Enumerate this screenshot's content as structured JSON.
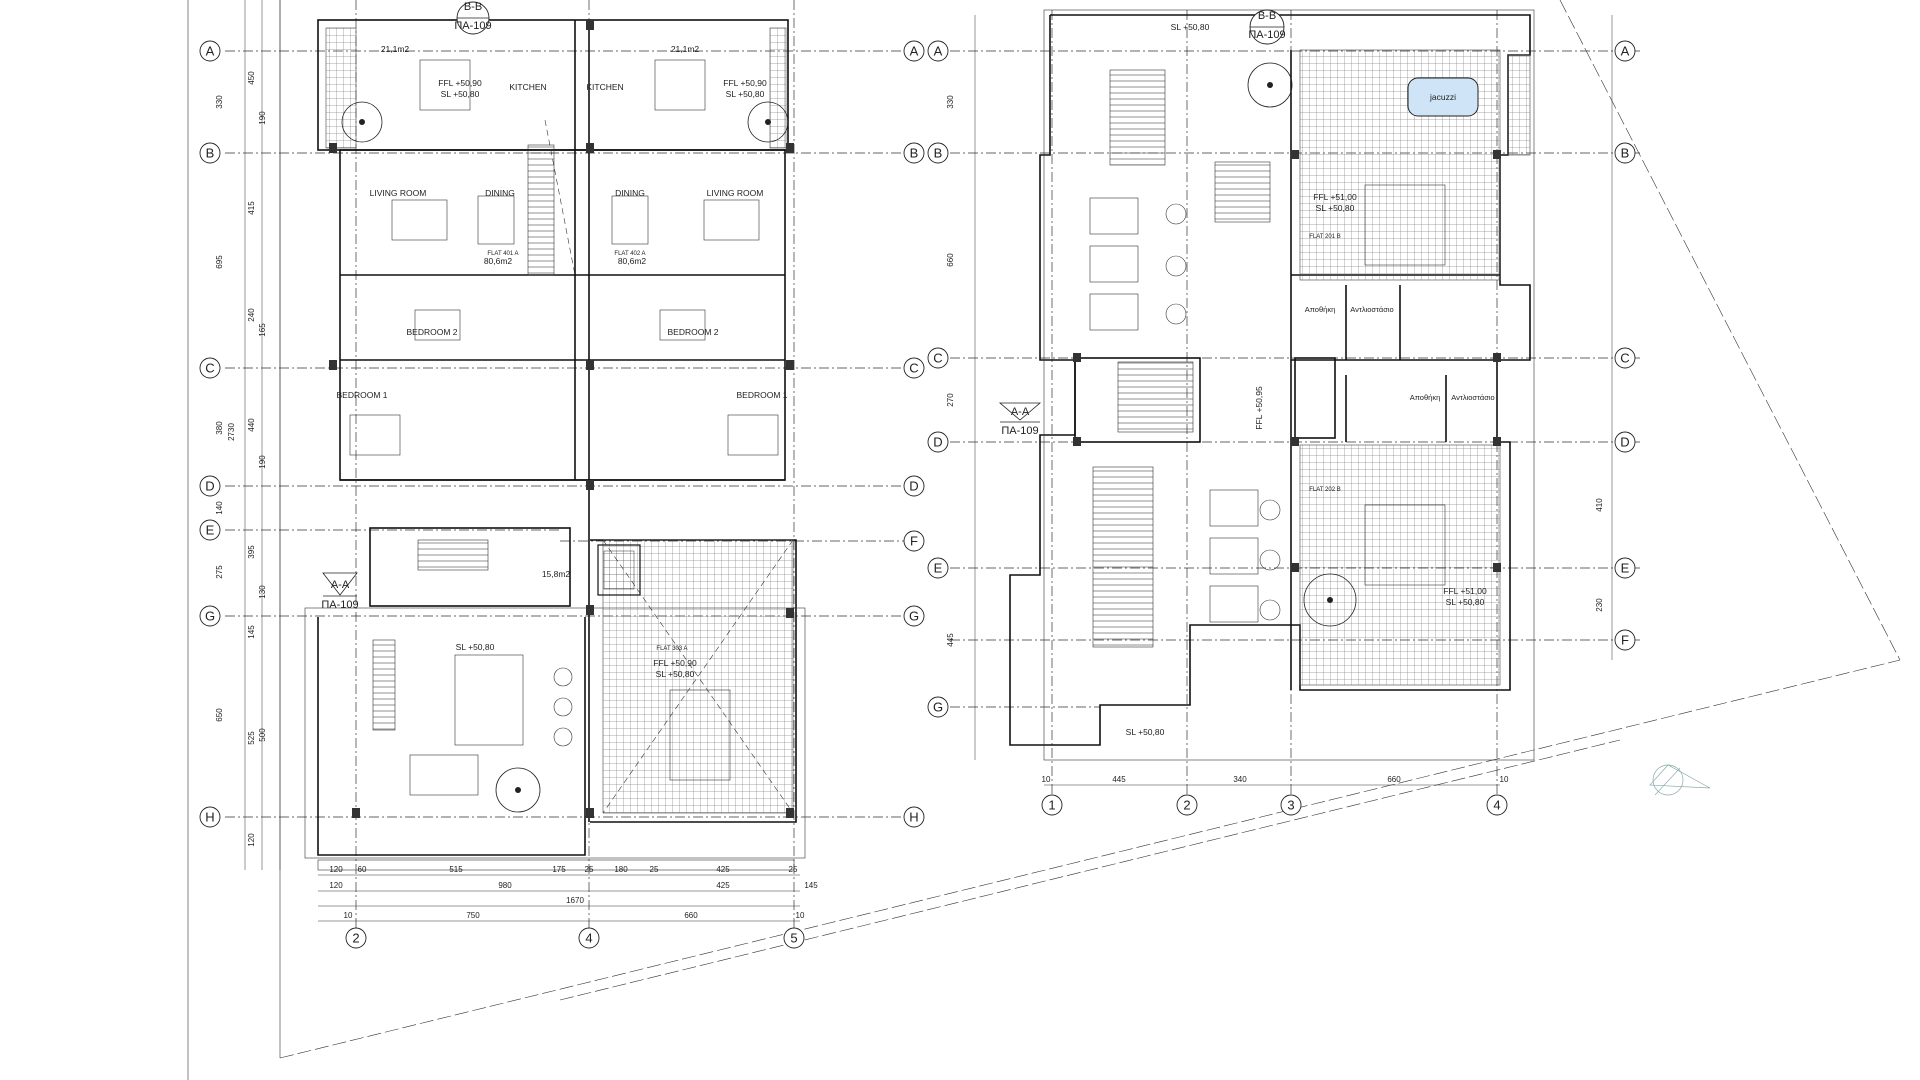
{
  "grid_labels": {
    "rows_left": [
      "A",
      "B",
      "C",
      "D",
      "E",
      "G",
      "H"
    ],
    "rows_left_right_side": [
      "A",
      "B",
      "C",
      "D",
      "F",
      "G",
      "H"
    ],
    "cols_left": [
      "2",
      "4",
      "5"
    ],
    "rows_right": [
      "A",
      "B",
      "C",
      "D",
      "E",
      "F",
      "G"
    ],
    "cols_right": [
      "1",
      "2",
      "3",
      "4"
    ]
  },
  "sections": {
    "bb": "B-B",
    "aa": "A-A",
    "ref": "ΠΑ-109"
  },
  "rooms_left": {
    "kitchen": "KITCHEN",
    "living": "LIVING ROOM",
    "dining": "DINING",
    "bedroom1": "BEDROOM 1",
    "bedroom2": "BEDROOM 2",
    "area_top": "21,1m2",
    "area_flat": "80,6m2",
    "area_stair": "15,8m2",
    "flat_a": "FLAT 401 A",
    "flat_b": "FLAT 402 A",
    "flat_c": "FLAT 303 A"
  },
  "rooms_right": {
    "jacuzzi": "jacuzzi",
    "storage": "Αποθήκη",
    "pump": "Αντλιοστάσιο",
    "flat_b": "FLAT 201 B",
    "flat_b2": "FLAT 202 B"
  },
  "levels": {
    "ffl_5090": "FFL +50,90",
    "sl_5080": "SL +50,80",
    "ffl_5100": "FFL +51,00",
    "ffl_5095": "FFL +50,95"
  },
  "dims_left_bottom": {
    "row1": [
      "120",
      "60",
      "515",
      "175",
      "25",
      "180",
      "25",
      "425",
      "25"
    ],
    "row2": [
      "120",
      "980",
      "425",
      "145"
    ],
    "total": "1670",
    "row3": [
      "10",
      "750",
      "660",
      "10"
    ]
  },
  "dims_left_side": [
    "330",
    "450",
    "190",
    "415",
    "695",
    "240",
    "165",
    "380",
    "2730",
    "440",
    "190",
    "140",
    "395",
    "275",
    "130",
    "145",
    "525",
    "650",
    "500",
    "120"
  ],
  "dims_right_bottom": [
    "10",
    "445",
    "340",
    "660",
    "10"
  ],
  "dims_right_side": [
    "330",
    "660",
    "270",
    "410",
    "230",
    "445"
  ]
}
